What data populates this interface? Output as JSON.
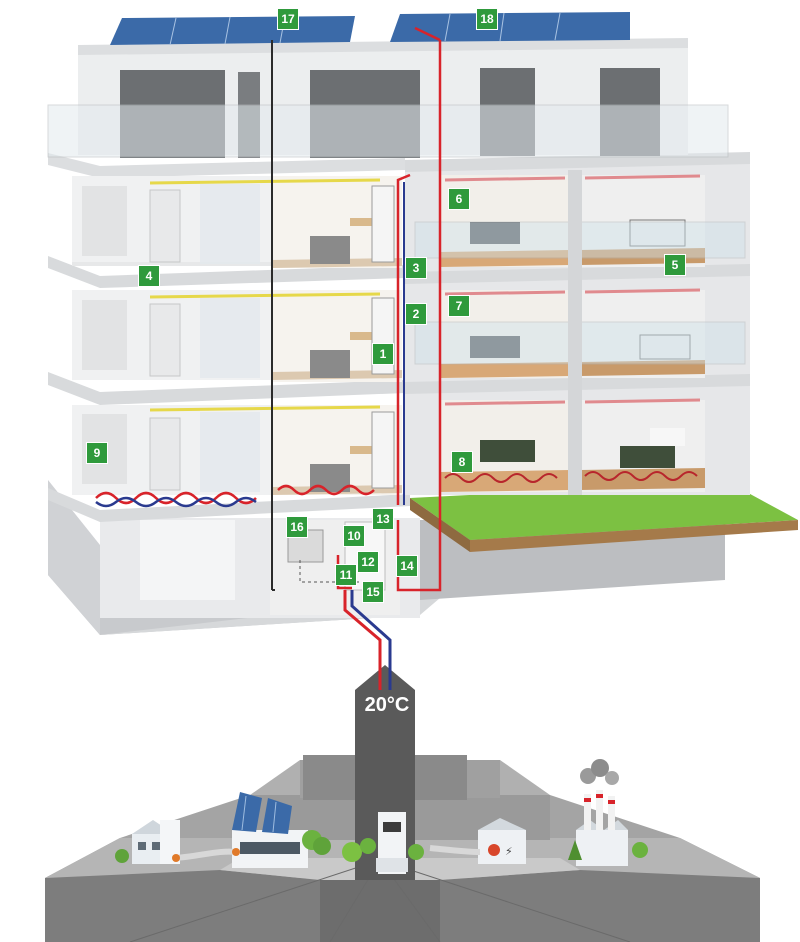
{
  "diagram": {
    "temperature_label": "20°C",
    "markers": [
      {
        "id": "1",
        "label": "1"
      },
      {
        "id": "2",
        "label": "2"
      },
      {
        "id": "3",
        "label": "3"
      },
      {
        "id": "4",
        "label": "4"
      },
      {
        "id": "5",
        "label": "5"
      },
      {
        "id": "6",
        "label": "6"
      },
      {
        "id": "7",
        "label": "7"
      },
      {
        "id": "8",
        "label": "8"
      },
      {
        "id": "9",
        "label": "9"
      },
      {
        "id": "10",
        "label": "10"
      },
      {
        "id": "11",
        "label": "11"
      },
      {
        "id": "12",
        "label": "12"
      },
      {
        "id": "13",
        "label": "13"
      },
      {
        "id": "14",
        "label": "14"
      },
      {
        "id": "15",
        "label": "15"
      },
      {
        "id": "16",
        "label": "16"
      },
      {
        "id": "17",
        "label": "17"
      },
      {
        "id": "18",
        "label": "18"
      }
    ],
    "colors": {
      "marker": "#2f9a3c",
      "supply_pipe": "#d8232a",
      "return_pipe": "#2a3a8f",
      "ventilation_duct": "#e6d84a",
      "lawn": "#7cc142",
      "wall": "#e4e6e8",
      "roof_solar": "#3b6aa8"
    },
    "icons": [
      "solar-panel-icon",
      "heat-pump-icon",
      "factory-icon",
      "wind-turbine-icon",
      "tree-icon"
    ]
  }
}
